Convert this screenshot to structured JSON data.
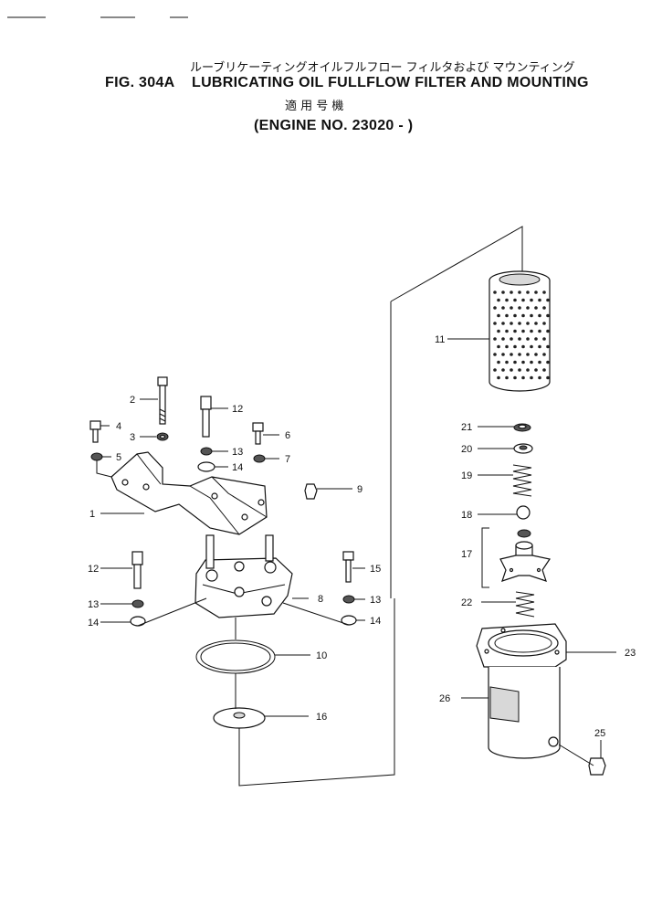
{
  "header": {
    "marks": [
      "",
      "",
      ""
    ],
    "title_ja": "ルーブリケーティングオイルフルフロー フィルタおよび マウンティング",
    "fig_no": "FIG. 304A",
    "title_en": "LUBRICATING OIL FULLFLOW FILTER AND MOUNTING",
    "applicable_ja": "適 用 号 機",
    "engine_no": "(ENGINE NO. 23020 -   )"
  },
  "callouts": {
    "p1": "1",
    "p2": "2",
    "p3": "3",
    "p4": "4",
    "p5": "5",
    "p6": "6",
    "p7": "7",
    "p8": "8",
    "p9": "9",
    "p10": "10",
    "p11": "11",
    "p12a": "12",
    "p12b": "12",
    "p13a": "13",
    "p13b": "13",
    "p13c": "13",
    "p14a": "14",
    "p14b": "14",
    "p14c": "14",
    "p15": "15",
    "p16": "16",
    "p17": "17",
    "p18": "18",
    "p19": "19",
    "p20": "20",
    "p21": "21",
    "p22": "22",
    "p23": "23",
    "p25": "25",
    "p26": "26"
  }
}
